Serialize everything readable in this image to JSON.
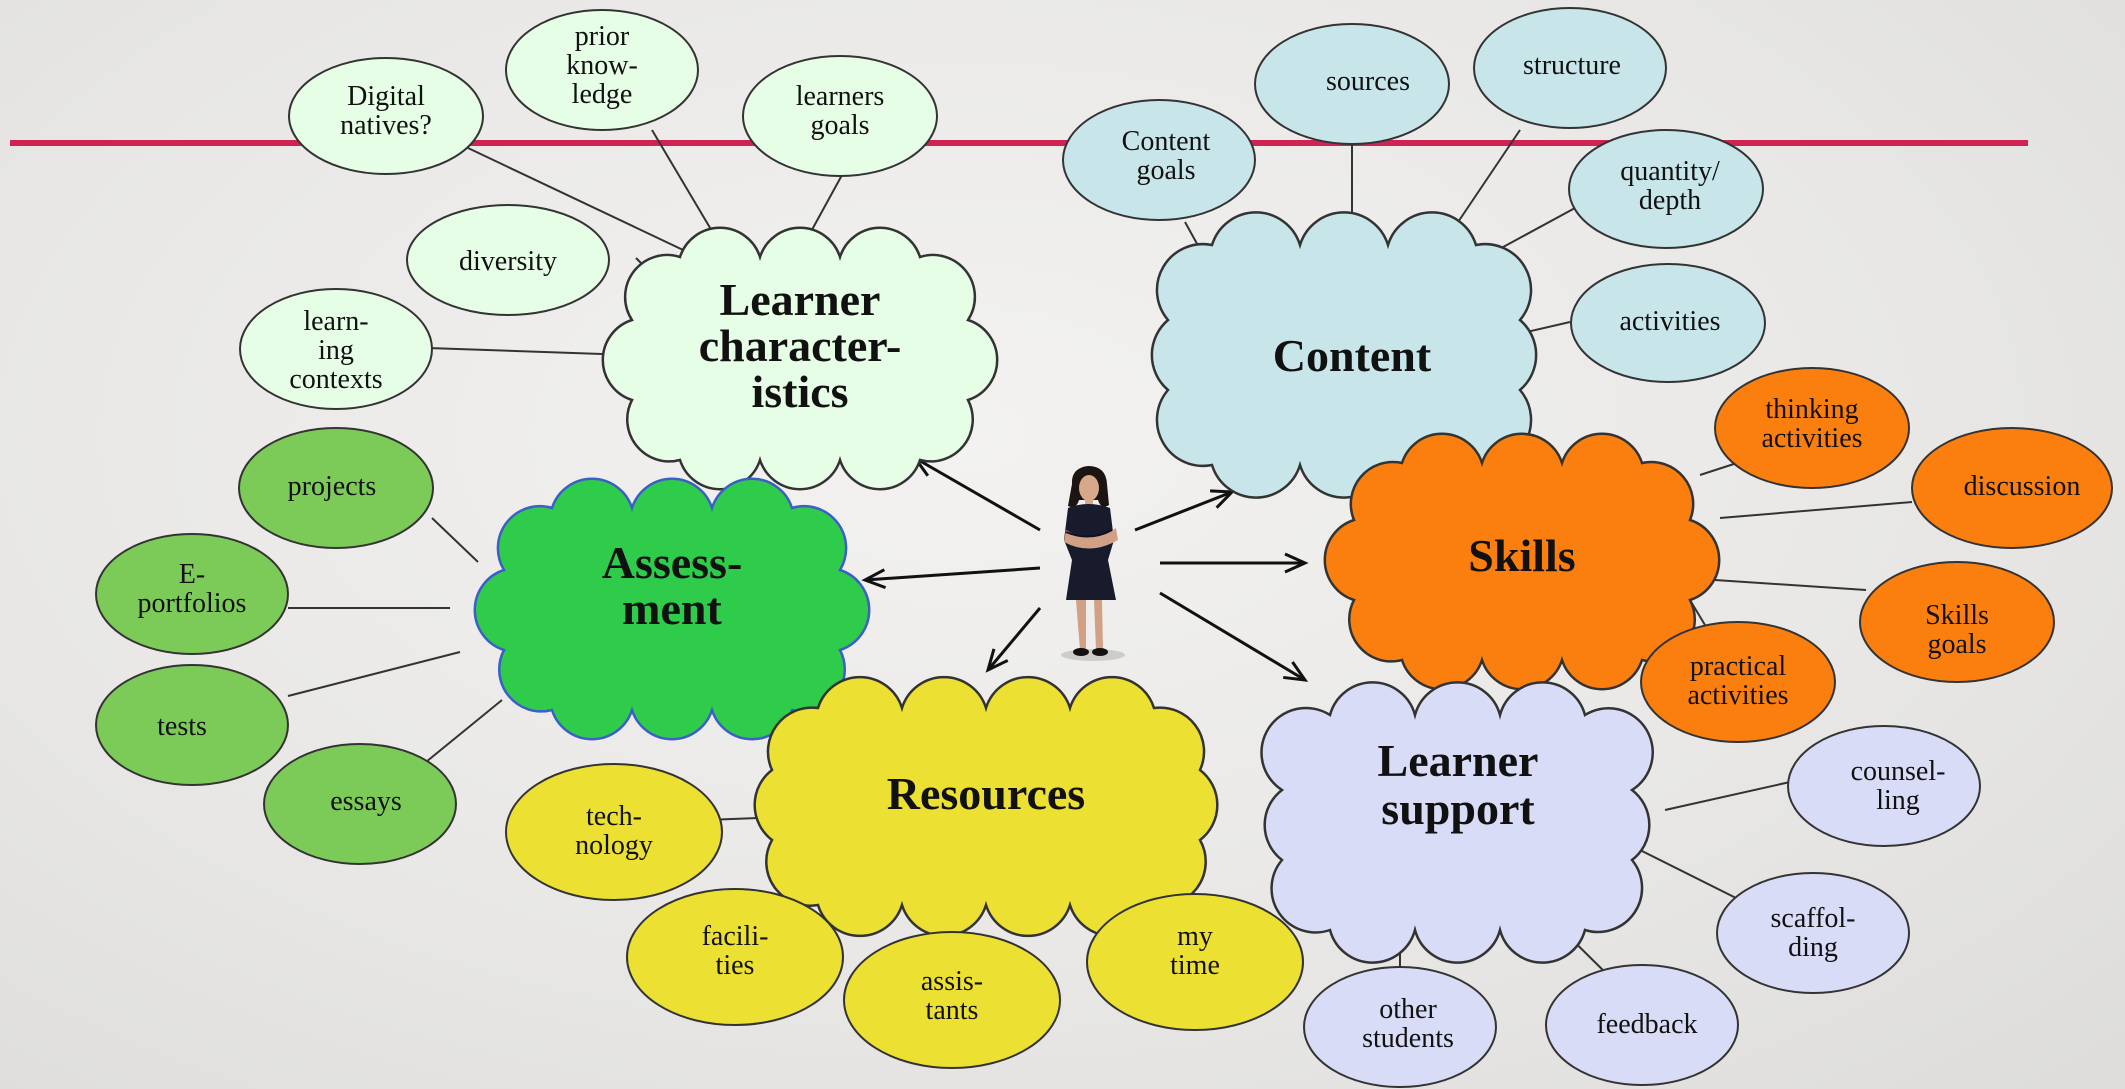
{
  "colors": {
    "learner_characteristics": "#e6fde6",
    "content": "#c8e6ea",
    "skills": "#fb7f0e",
    "assessment": "#2fcb4a",
    "resources": "#ece032",
    "learner_support": "#d9dcf7",
    "green_leaf": "#7ccb59",
    "accent_line": "#cf2353"
  },
  "center_figure": "person-icon",
  "hubs": {
    "learner_characteristics": [
      "Learner",
      "character-",
      "istics"
    ],
    "content": [
      "Content"
    ],
    "skills": [
      "Skills"
    ],
    "assessment": [
      "Assess-",
      "ment"
    ],
    "resources": [
      "Resources"
    ],
    "learner_support": [
      "Learner",
      "support"
    ]
  },
  "leaves": {
    "digital_natives": [
      "Digital",
      "natives?"
    ],
    "prior_knowledge": [
      "prior",
      "know-",
      "ledge"
    ],
    "learners_goals": [
      "learners",
      "goals"
    ],
    "diversity": [
      "diversity"
    ],
    "learning_contexts": [
      "learn-",
      "ing",
      "contexts"
    ],
    "content_goals": [
      "Content",
      "goals"
    ],
    "sources": [
      "sources"
    ],
    "structure": [
      "structure"
    ],
    "quantity_depth": [
      "quantity/",
      "depth"
    ],
    "activities": [
      "activities"
    ],
    "thinking_activities": [
      "thinking",
      "activities"
    ],
    "discussion": [
      "discussion"
    ],
    "skills_goals": [
      "Skills",
      "goals"
    ],
    "practical_activities": [
      "practical",
      "activities"
    ],
    "projects": [
      "projects"
    ],
    "e_portfolios": [
      "E-",
      "portfolios"
    ],
    "tests": [
      "tests"
    ],
    "essays": [
      "essays"
    ],
    "technology": [
      "tech-",
      "nology"
    ],
    "facilities": [
      "facili-",
      "ties"
    ],
    "assistants": [
      "assis-",
      "tants"
    ],
    "my_time": [
      "my",
      "time"
    ],
    "counselling": [
      "counsel-",
      "ling"
    ],
    "scaffolding": [
      "scaffol-",
      "ding"
    ],
    "feedback": [
      "feedback"
    ],
    "other_students": [
      "other",
      "students"
    ]
  }
}
